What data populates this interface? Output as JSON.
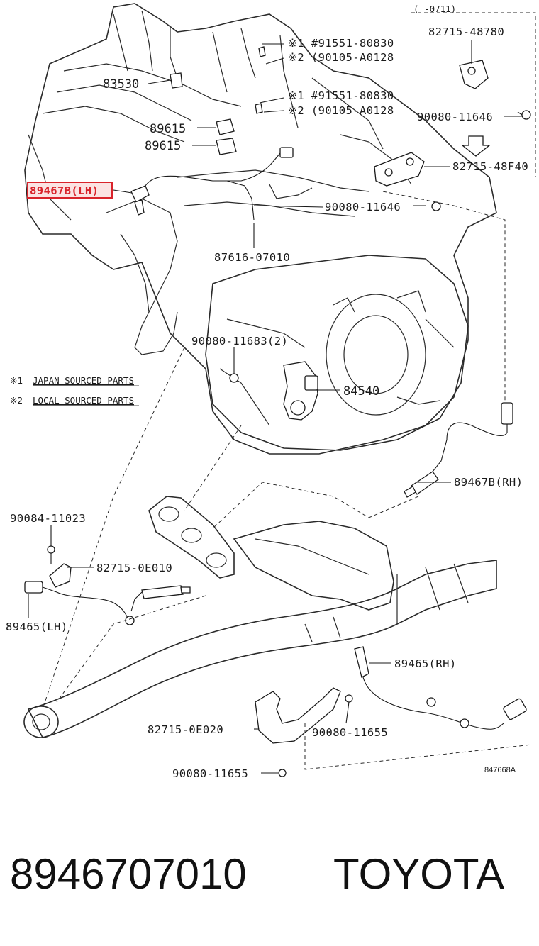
{
  "header": {
    "date_range": "(    -0711)"
  },
  "notes": [
    {
      "mark": "※1",
      "text": "JAPAN SOURCED PARTS"
    },
    {
      "mark": "※2",
      "text": "LOCAL SOURCED PARTS"
    }
  ],
  "callouts": {
    "c83530": "83530",
    "c89615a": "89615",
    "c89615b": "89615",
    "c89467b_lh": "89467B(LH)",
    "c91551_a": "※1 #91551-80830",
    "c90105_a": "※2 (90105-A0128",
    "c91551_b": "※1 #91551-80830",
    "c90105_b": "※2 (90105-A0128",
    "c82715_48780": "82715-48780",
    "c90080_11646_a": "90080-11646",
    "c82715_48f40": "82715-48F40",
    "c90080_11646_b": "90080-11646",
    "c87616": "87616-07010",
    "c90080_11683": "90080-11683(2)",
    "c84540": "84540",
    "c89467b_rh": "89467B(RH)",
    "c90084": "90084-11023",
    "c82715_0e010": "82715-0E010",
    "c89465_lh": "89465(LH)",
    "c89465_rh": "89465(RH)",
    "c82715_0e020": "82715-0E020",
    "c90080_11655_a": "90080-11655",
    "c90080_11655_b": "90080-11655"
  },
  "figure_id": "847668A",
  "highlight_color": "#d9232b",
  "footer": {
    "part_number": "8946707010",
    "brand": "TOYOTA"
  }
}
